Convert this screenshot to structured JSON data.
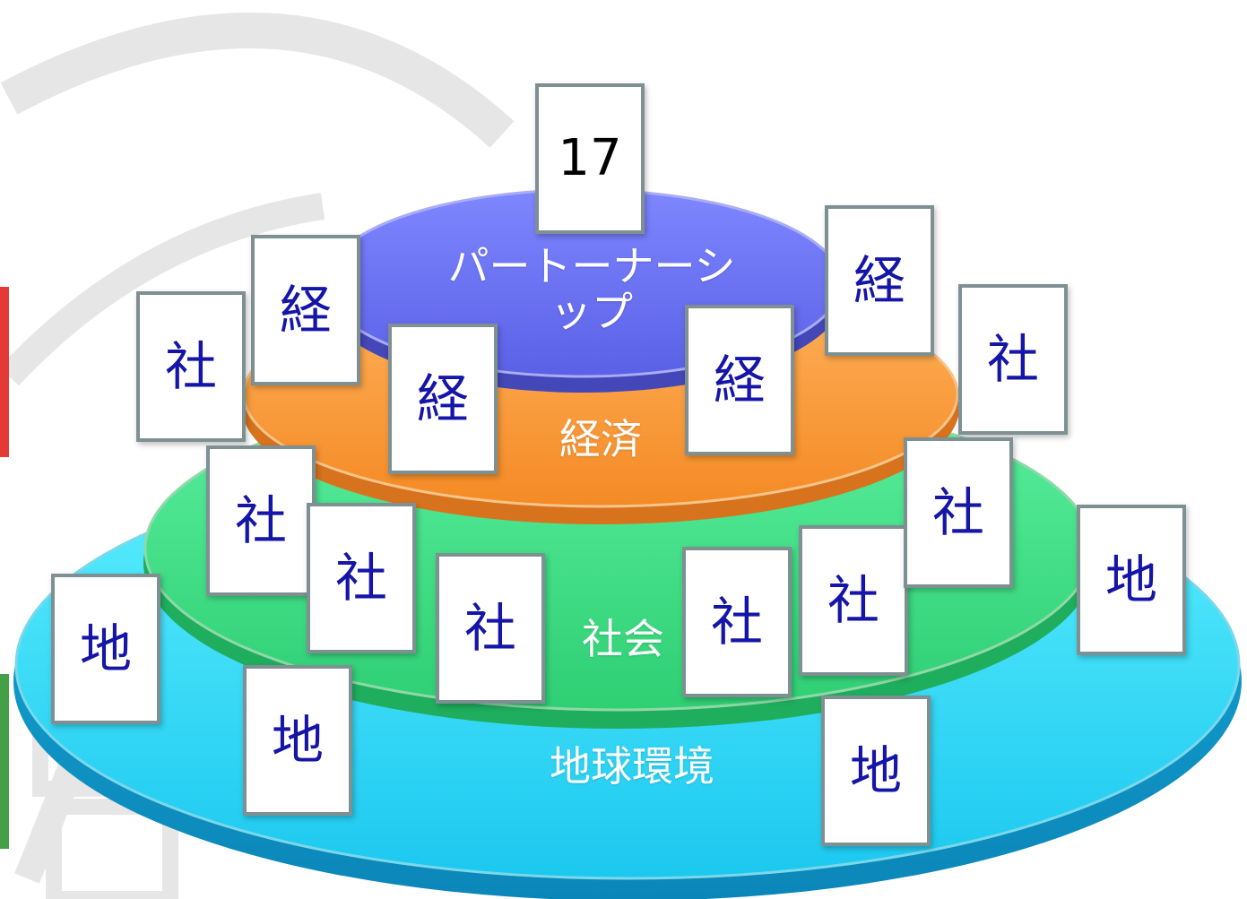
{
  "tiers": [
    {
      "id": "partnership",
      "label_line1": "パートーナーシ",
      "label_line2": "ップ",
      "color": "#6f76f0"
    },
    {
      "id": "economy",
      "label": "経済",
      "color": "#f89a3a"
    },
    {
      "id": "society",
      "label": "社会",
      "color": "#3fdc82"
    },
    {
      "id": "environment",
      "label": "地球環境",
      "color": "#2fe0f5"
    }
  ],
  "cards": {
    "goal17": "17",
    "econ_1": "経",
    "econ_2": "経",
    "econ_3": "経",
    "econ_4": "経",
    "soc_1": "社",
    "soc_2": "社",
    "soc_3": "社",
    "soc_4": "社",
    "soc_5": "社",
    "soc_6": "社",
    "soc_7": "社",
    "soc_8": "社",
    "env_1": "地",
    "env_2": "地",
    "env_3": "地",
    "env_4": "地"
  },
  "colors": {
    "card_border": "#7f9093",
    "card_text": "#1515a8",
    "left_strip_red": "#e53935",
    "left_strip_green": "#43a047"
  }
}
